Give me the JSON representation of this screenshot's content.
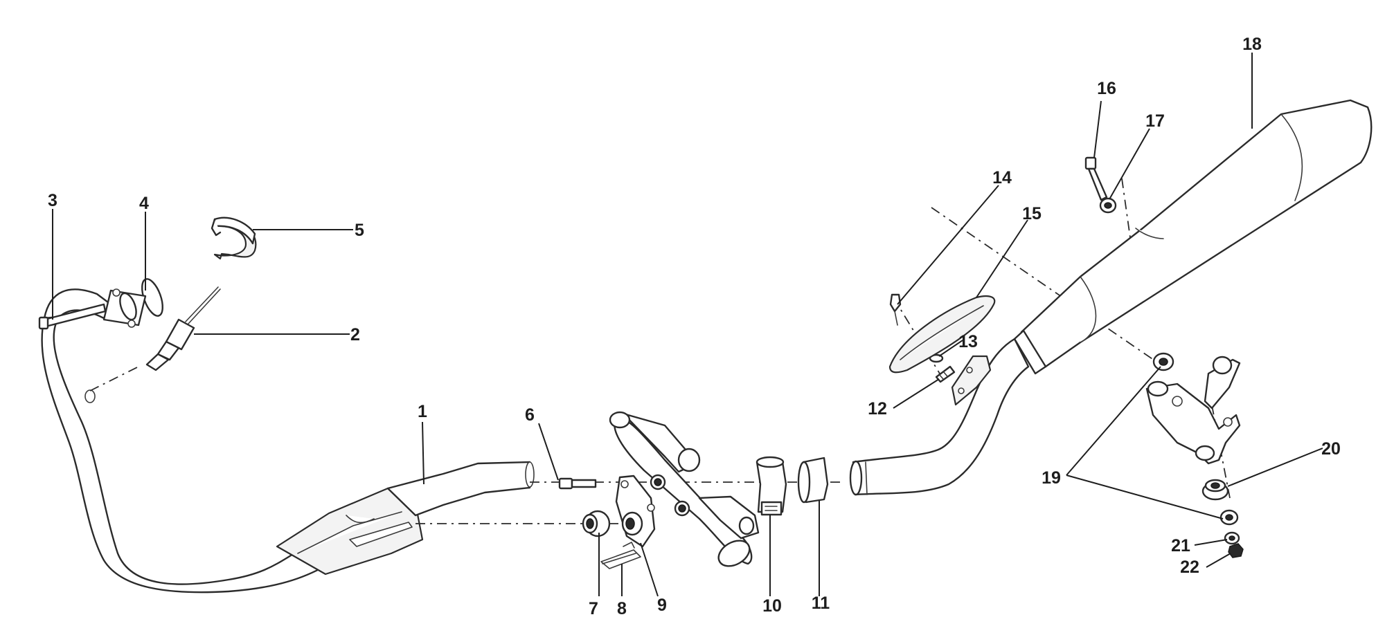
{
  "diagram": {
    "callouts": [
      {
        "id": "c1",
        "label": "1"
      },
      {
        "id": "c2",
        "label": "2"
      },
      {
        "id": "c3",
        "label": "3"
      },
      {
        "id": "c4",
        "label": "4"
      },
      {
        "id": "c5",
        "label": "5"
      },
      {
        "id": "c6",
        "label": "6"
      },
      {
        "id": "c7",
        "label": "7"
      },
      {
        "id": "c8",
        "label": "8"
      },
      {
        "id": "c9",
        "label": "9"
      },
      {
        "id": "c10",
        "label": "10"
      },
      {
        "id": "c11",
        "label": "11"
      },
      {
        "id": "c12",
        "label": "12"
      },
      {
        "id": "c13",
        "label": "13"
      },
      {
        "id": "c14",
        "label": "14"
      },
      {
        "id": "c15",
        "label": "15"
      },
      {
        "id": "c16",
        "label": "16"
      },
      {
        "id": "c17",
        "label": "17"
      },
      {
        "id": "c18",
        "label": "18"
      },
      {
        "id": "c19",
        "label": "19"
      },
      {
        "id": "c20",
        "label": "20"
      },
      {
        "id": "c21",
        "label": "21"
      },
      {
        "id": "c22",
        "label": "22"
      }
    ],
    "colors": {
      "line": "#2b2b2b",
      "background": "#ffffff"
    }
  }
}
